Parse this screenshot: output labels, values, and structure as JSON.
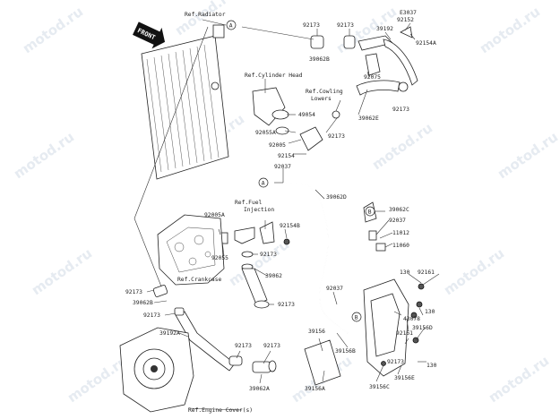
{
  "watermark": "motod.ru",
  "front_label": "FRONT",
  "circle_refs": {
    "a": "A",
    "b": "B"
  },
  "labels": {
    "ref_radiator": "Ref.Radiator",
    "ref_cylinder_head": "Ref.Cylinder Head",
    "ref_cowling_lowers_1": "Ref.Cowling",
    "ref_cowling_lowers_2": "Lowers",
    "ref_fuel_injection_1": "Ref.Fuel",
    "ref_fuel_injection_2": "Injection",
    "ref_crankcase": "Ref.Crankcase",
    "ref_engine_covers": "Ref.Engine Cover(s)",
    "p92173_a": "92173",
    "p92173_b": "92173",
    "p92173_c": "92173",
    "p92173_d": "92173",
    "p92173_e": "92173",
    "p92173_f": "92173",
    "p92173_g": "92173",
    "p92173_h": "92173",
    "p92173_i": "92173",
    "p92173_j": "92173",
    "p92173_k": "92173",
    "p39062b_a": "39062B",
    "p39062b_b": "39062B",
    "p39192": "39192",
    "p39192a": "39192A",
    "pE3037": "E3037",
    "p92152": "92152",
    "p92154a": "92154A",
    "p92075": "92075",
    "p49054": "49054",
    "p39062e": "39062E",
    "p92055a": "92055A",
    "p92005_a": "92005",
    "p92005a": "92005A",
    "p92154_a": "92154",
    "p92154b": "92154B",
    "p92037_a": "92037",
    "p92037_b": "92037",
    "p92037_c": "92037",
    "p39062d": "39062D",
    "p39062c": "39062C",
    "p11012": "11012",
    "p11060": "11060",
    "p92055": "92055",
    "p39062": "39062",
    "p39062a": "39062A",
    "p130_a": "130",
    "p130_b": "130",
    "p130_c": "130",
    "p92161_a": "92161",
    "p92161_b": "92161",
    "p43078": "43078",
    "p39156": "39156",
    "p39156a": "39156A",
    "p39156b": "39156B",
    "p39156c": "39156C",
    "p39156d": "39156D",
    "p39156e": "39156E"
  }
}
